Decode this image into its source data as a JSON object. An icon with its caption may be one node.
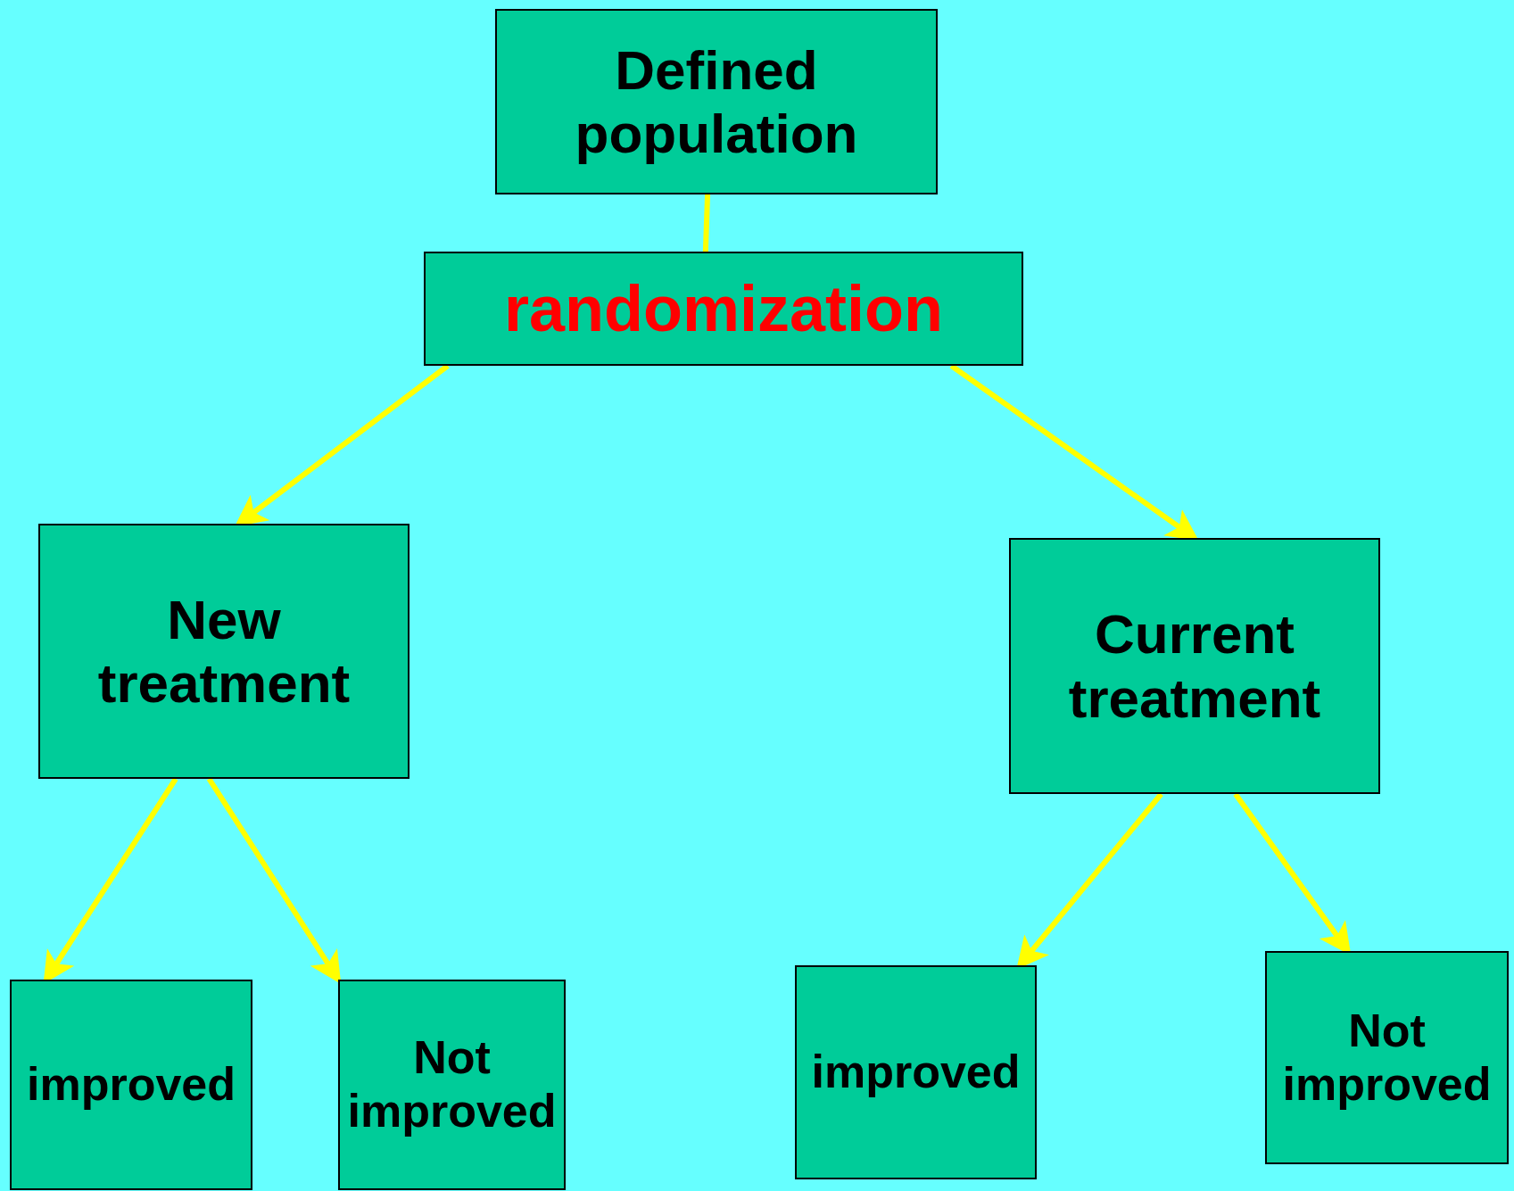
{
  "diagram": {
    "nodes": [
      {
        "text": [
          "Defined population"
        ]
      },
      {
        "text": [
          "randomization"
        ]
      },
      {
        "text": [
          "New treatment"
        ]
      },
      {
        "text": [
          "Current treatment"
        ]
      },
      {
        "text": [
          "improved"
        ]
      },
      {
        "text": [
          "Not improved"
        ]
      },
      {
        "text": [
          "improved"
        ]
      },
      {
        "text": [
          "Not improved"
        ]
      }
    ],
    "edges": [
      {
        "from": 0,
        "to": 1,
        "arrow": "none"
      },
      {
        "from": 1,
        "to": 2,
        "arrow": "to"
      },
      {
        "from": 1,
        "to": 3,
        "arrow": "to"
      },
      {
        "from": 2,
        "to": 4,
        "arrow": "to"
      },
      {
        "from": 2,
        "to": 5,
        "arrow": "to"
      },
      {
        "from": 3,
        "to": 6,
        "arrow": "to"
      },
      {
        "from": 3,
        "to": 7,
        "arrow": "to"
      }
    ]
  }
}
